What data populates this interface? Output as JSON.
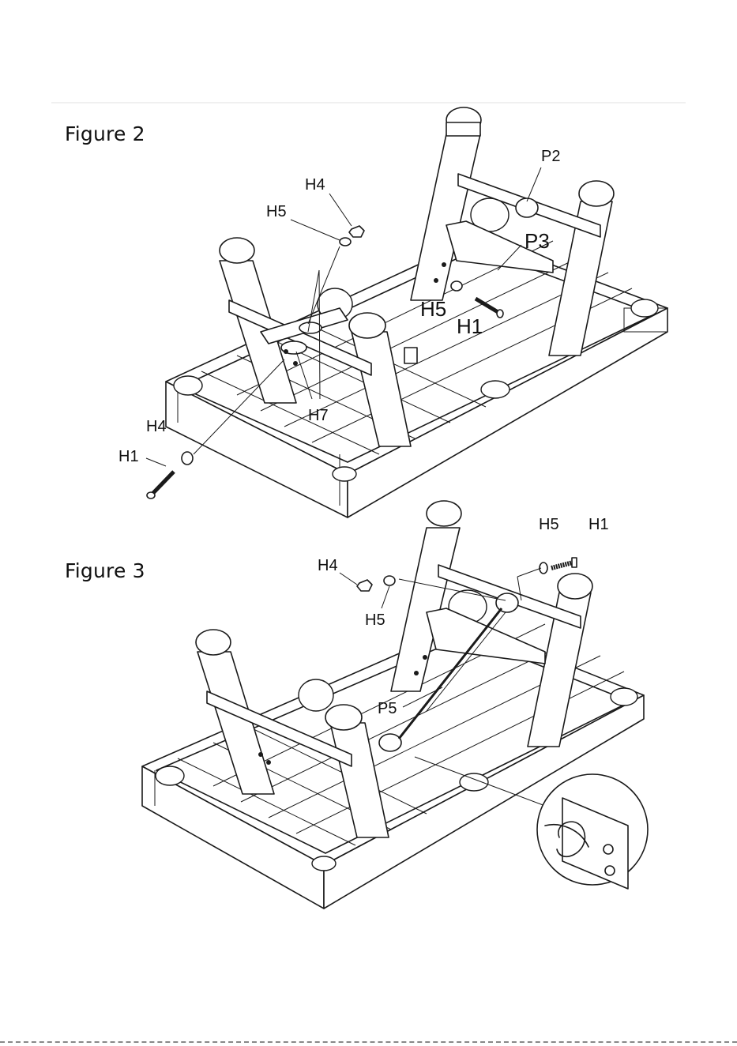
{
  "figures": [
    {
      "title": "Figure 2",
      "callouts": {
        "h4_top": "H4",
        "h5_top": "H5",
        "p2": "P2",
        "p3": "P3",
        "h5_mid": "H5",
        "h1_mid": "H1",
        "h7": "H7",
        "h4_left": "H4",
        "h1_left": "H1"
      }
    },
    {
      "title": "Figure 3",
      "callouts": {
        "h4": "H4",
        "h5_left": "H5",
        "h5_right": "H5",
        "h1": "H1",
        "p5": "P5"
      }
    }
  ],
  "colors": {
    "line": "#1a1a1a",
    "background": "#ffffff"
  }
}
